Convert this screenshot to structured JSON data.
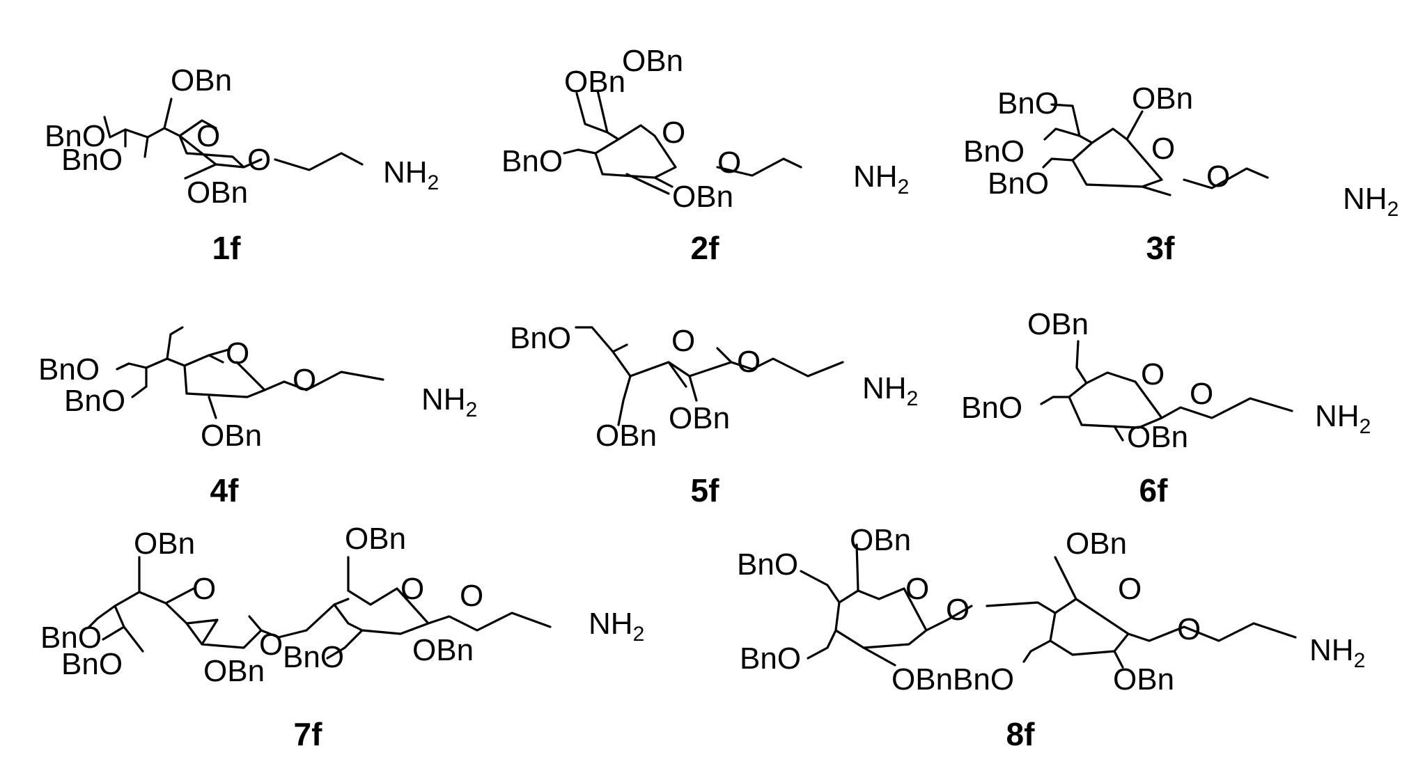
{
  "groups": {
    "obn": "OBn",
    "bno": "BnO",
    "o": "O",
    "nh": "NH",
    "nh_sub": "2",
    "obnbno": "OBnBnO"
  },
  "compounds": [
    {
      "id": "1f"
    },
    {
      "id": "2f"
    },
    {
      "id": "3f"
    },
    {
      "id": "4f"
    },
    {
      "id": "5f"
    },
    {
      "id": "6f"
    },
    {
      "id": "7f"
    },
    {
      "id": "8f"
    }
  ]
}
